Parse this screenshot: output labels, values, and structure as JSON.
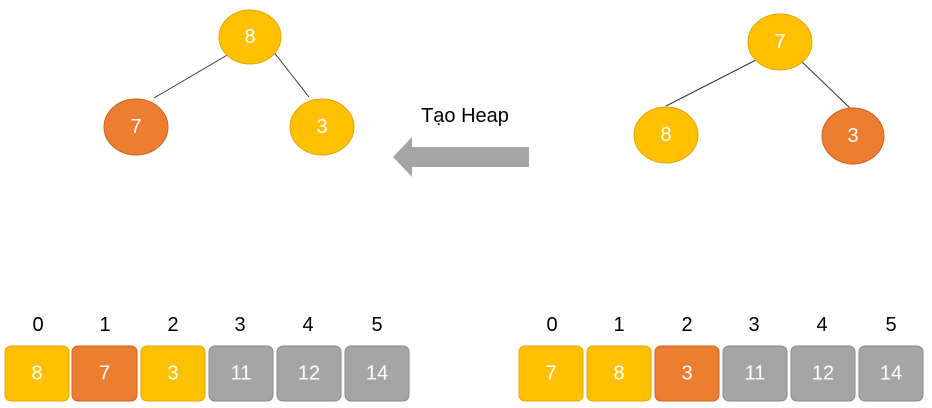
{
  "colors": {
    "yellow": "#FFC000",
    "yellow_stroke": "#E0A800",
    "orange": "#ED7D31",
    "orange_stroke": "#C9641F",
    "gray": "#A5A5A5",
    "gray_stroke": "#8A8A8A",
    "arrow": "#A5A5A5"
  },
  "arrow": {
    "label": "Tạo Heap",
    "direction": "left",
    "icon": "left-arrow-icon"
  },
  "left_tree": {
    "root": {
      "value": "8",
      "color": "yellow"
    },
    "left": {
      "value": "7",
      "color": "orange"
    },
    "right": {
      "value": "3",
      "color": "yellow"
    }
  },
  "right_tree": {
    "root": {
      "value": "7",
      "color": "yellow"
    },
    "left": {
      "value": "8",
      "color": "yellow"
    },
    "right": {
      "value": "3",
      "color": "orange"
    }
  },
  "left_array": {
    "indices": [
      "0",
      "1",
      "2",
      "3",
      "4",
      "5"
    ],
    "cells": [
      {
        "value": "8",
        "color": "yellow"
      },
      {
        "value": "7",
        "color": "orange"
      },
      {
        "value": "3",
        "color": "yellow"
      },
      {
        "value": "11",
        "color": "gray"
      },
      {
        "value": "12",
        "color": "gray"
      },
      {
        "value": "14",
        "color": "gray"
      }
    ]
  },
  "right_array": {
    "indices": [
      "0",
      "1",
      "2",
      "3",
      "4",
      "5"
    ],
    "cells": [
      {
        "value": "7",
        "color": "yellow"
      },
      {
        "value": "8",
        "color": "yellow"
      },
      {
        "value": "3",
        "color": "orange"
      },
      {
        "value": "11",
        "color": "gray"
      },
      {
        "value": "12",
        "color": "gray"
      },
      {
        "value": "14",
        "color": "gray"
      }
    ]
  }
}
